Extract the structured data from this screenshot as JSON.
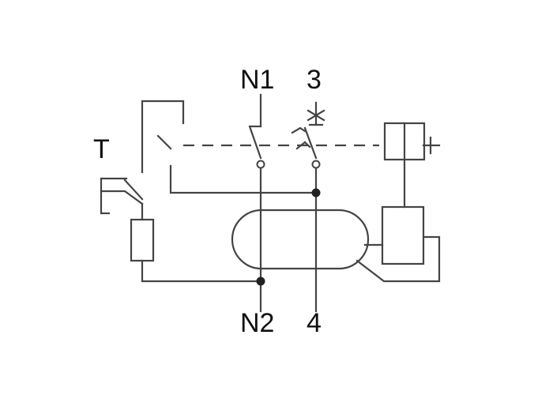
{
  "labels": {
    "n1": "N1",
    "three": "3",
    "t": "T",
    "n2": "N2",
    "four": "4"
  },
  "colors": {
    "line": "#444444",
    "node": "#222222",
    "text": "#111111",
    "background": "#ffffff"
  }
}
